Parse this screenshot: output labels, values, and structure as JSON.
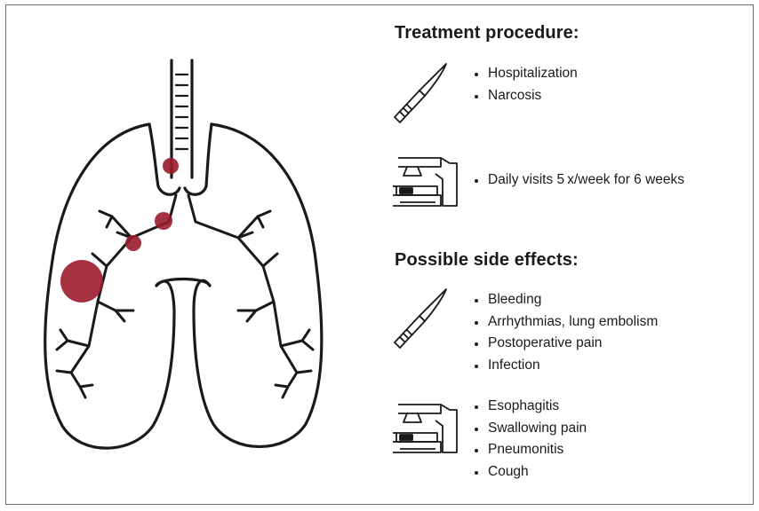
{
  "sections": {
    "treatment": {
      "title": "Treatment procedure:",
      "surgery_items": [
        "Hospitalization",
        "Narcosis"
      ],
      "radiation_items": [
        "Daily visits 5 x/week for 6 weeks"
      ]
    },
    "side_effects": {
      "title": "Possible side effects:",
      "surgery_items": [
        "Bleeding",
        "Arrhythmias, lung embolism",
        "Postoperative pain",
        "Infection"
      ],
      "radiation_items": [
        "Esophagitis",
        "Swallowing pain",
        "Pneumonitis",
        "Cough"
      ]
    }
  },
  "icons": {
    "surgery": "scalpel-icon",
    "radiation": "radiotherapy-machine-icon",
    "anatomy": "lungs-illustration"
  },
  "colors": {
    "tumor": "#9b1b2c",
    "outline": "#1a1a1a",
    "frame": "#6b6b6b"
  }
}
